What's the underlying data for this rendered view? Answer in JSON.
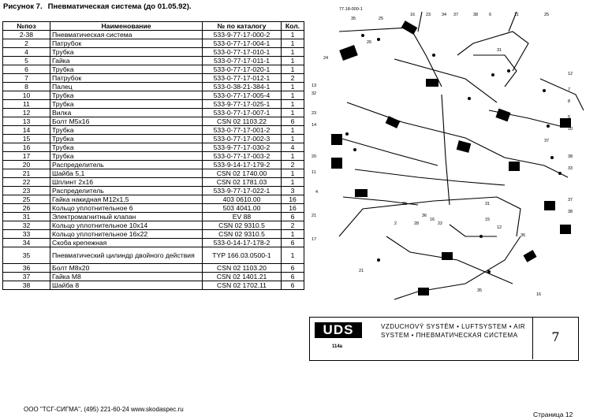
{
  "header": {
    "figure": "Рисунок 7.",
    "caption": "Пневматическая система (до 01.05.92)."
  },
  "table": {
    "columns": [
      "№поз",
      "Наименование",
      "№ по каталогу",
      "Кол."
    ],
    "rows": [
      [
        "2-38",
        "Пневматическая система",
        "533-9-77-17-000-2",
        "1"
      ],
      [
        "2",
        "Патрубок",
        "533-0-77-17-004-1",
        "1"
      ],
      [
        "4",
        "Трубка",
        "533-0-77-17-010-1",
        "1"
      ],
      [
        "5",
        "Гайка",
        "533-0-77-17-011-1",
        "1"
      ],
      [
        "6",
        "Трубка",
        "533-0-77-17-020-1",
        "1"
      ],
      [
        "7",
        "Патрубок",
        "533-0-77-17-012-1",
        "2"
      ],
      [
        "8",
        "Палец",
        "533-0-38-21-384-1",
        "1"
      ],
      [
        "10",
        "Трубка",
        "533-0-77-17-005-4",
        "1"
      ],
      [
        "11",
        "Трубка",
        "533-9-77-17-025-1",
        "1"
      ],
      [
        "12",
        "Вилка",
        "533-0-77-17-007-1",
        "1"
      ],
      [
        "13",
        "Болт М5х16",
        "CSN 02 1103.22",
        "6"
      ],
      [
        "14",
        "Трубка",
        "533-0-77-17-001-2",
        "1"
      ],
      [
        "15",
        "Трубка",
        "533-0-77-17-002-3",
        "1"
      ],
      [
        "16",
        "Трубка",
        "533-9-77-17-030-2",
        "4"
      ],
      [
        "17",
        "Трубка",
        "533-0-77-17-003-2",
        "1"
      ],
      [
        "20",
        "Распределитель",
        "533-9-14-17-179-2",
        "2"
      ],
      [
        "21",
        "Шайба 5,1",
        "CSN 02 1740.00",
        "1"
      ],
      [
        "22",
        "Шплинт 2х16",
        "CSN 02 1781.03",
        "1"
      ],
      [
        "23",
        "Распределитель",
        "533-9-77-17-022-1",
        "3"
      ],
      [
        "25",
        "Гайка накидная М12х1,5",
        "403  0610.00",
        "16"
      ],
      [
        "26",
        "Кольцо уплотнительное 6",
        "503  4041.00",
        "16"
      ],
      [
        "31",
        "Электромагнитный клапан",
        "EV  88",
        "6"
      ],
      [
        "32",
        "Кольцо уплотнительное 10х14",
        "CSN  02  9310.5",
        "2"
      ],
      [
        "33",
        "Кольцо уплотнительное 16х22",
        "CSN  02  9310.5",
        "1"
      ],
      [
        "34",
        "Скоба крепежная",
        "533-0-14-17-178-2",
        "6"
      ],
      [
        "35",
        "Пневматический цилиндр двойного действия",
        "TYP  166.03.0500-1",
        "1"
      ],
      [
        "36",
        "Болт М8х20",
        "CSN  02  1103.20",
        "6"
      ],
      [
        "37",
        "Гайка М8",
        "CSN 02 1401.21",
        "6"
      ],
      [
        "38",
        "Шайба 8",
        "CSN 02 1702.11",
        "6"
      ]
    ]
  },
  "diagram": {
    "drawing_ref": "77.18-000-1",
    "logo": "UDS",
    "logo_sub": "114a",
    "plate_text": "VZDUCHOVÝ SYSTÉM • LUFTSYSTEM • AIR SYSTEM • ПНЕВМАТИЧЕСКАЯ СИСТЕМА",
    "page_number": "7",
    "callouts": [
      "35",
      "25",
      "16",
      "23",
      "34",
      "37",
      "38",
      "6",
      "11",
      "25",
      "26",
      "24",
      "13",
      "32",
      "31",
      "12",
      "7",
      "8",
      "5",
      "10",
      "23",
      "14",
      "37",
      "38",
      "33",
      "20",
      "11",
      "4",
      "2",
      "21",
      "26",
      "17",
      "28",
      "22",
      "36",
      "16",
      "31",
      "15",
      "12",
      "36",
      "37",
      "38",
      "21",
      "35",
      "16"
    ]
  },
  "footer": {
    "left": "ООО \"ТСГ-СИГМА\", (495) 221-60-24 www.skodaspec.ru",
    "right": "Страница 12"
  }
}
